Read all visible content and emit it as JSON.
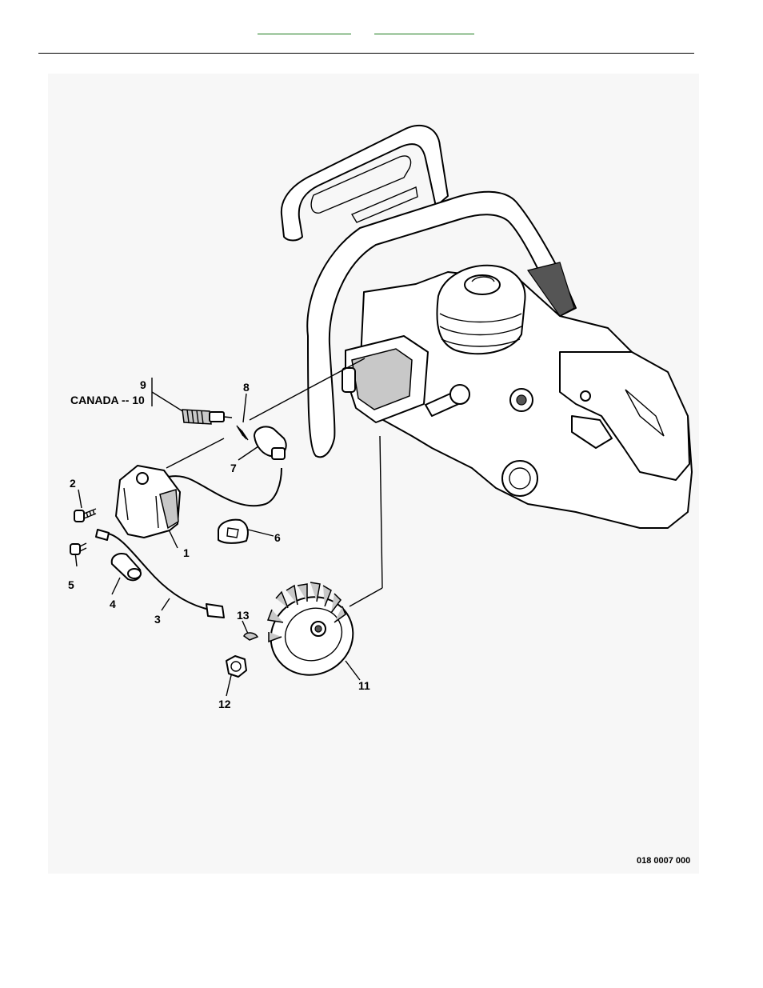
{
  "header": {
    "links": [
      {
        "label": ""
      },
      {
        "label": ""
      }
    ]
  },
  "diagram": {
    "reference_number": "018 0007 000",
    "callouts": {
      "c1": "1",
      "c2": "2",
      "c3": "3",
      "c4": "4",
      "c5": "5",
      "c6": "6",
      "c7": "7",
      "c8": "8",
      "c9": "9",
      "c10": "CANADA -- 10",
      "c11": "11",
      "c12": "12",
      "c13": "13"
    }
  },
  "colors": {
    "link_underline": "#1a7a1a",
    "panel_background": "#f7f7f7"
  }
}
